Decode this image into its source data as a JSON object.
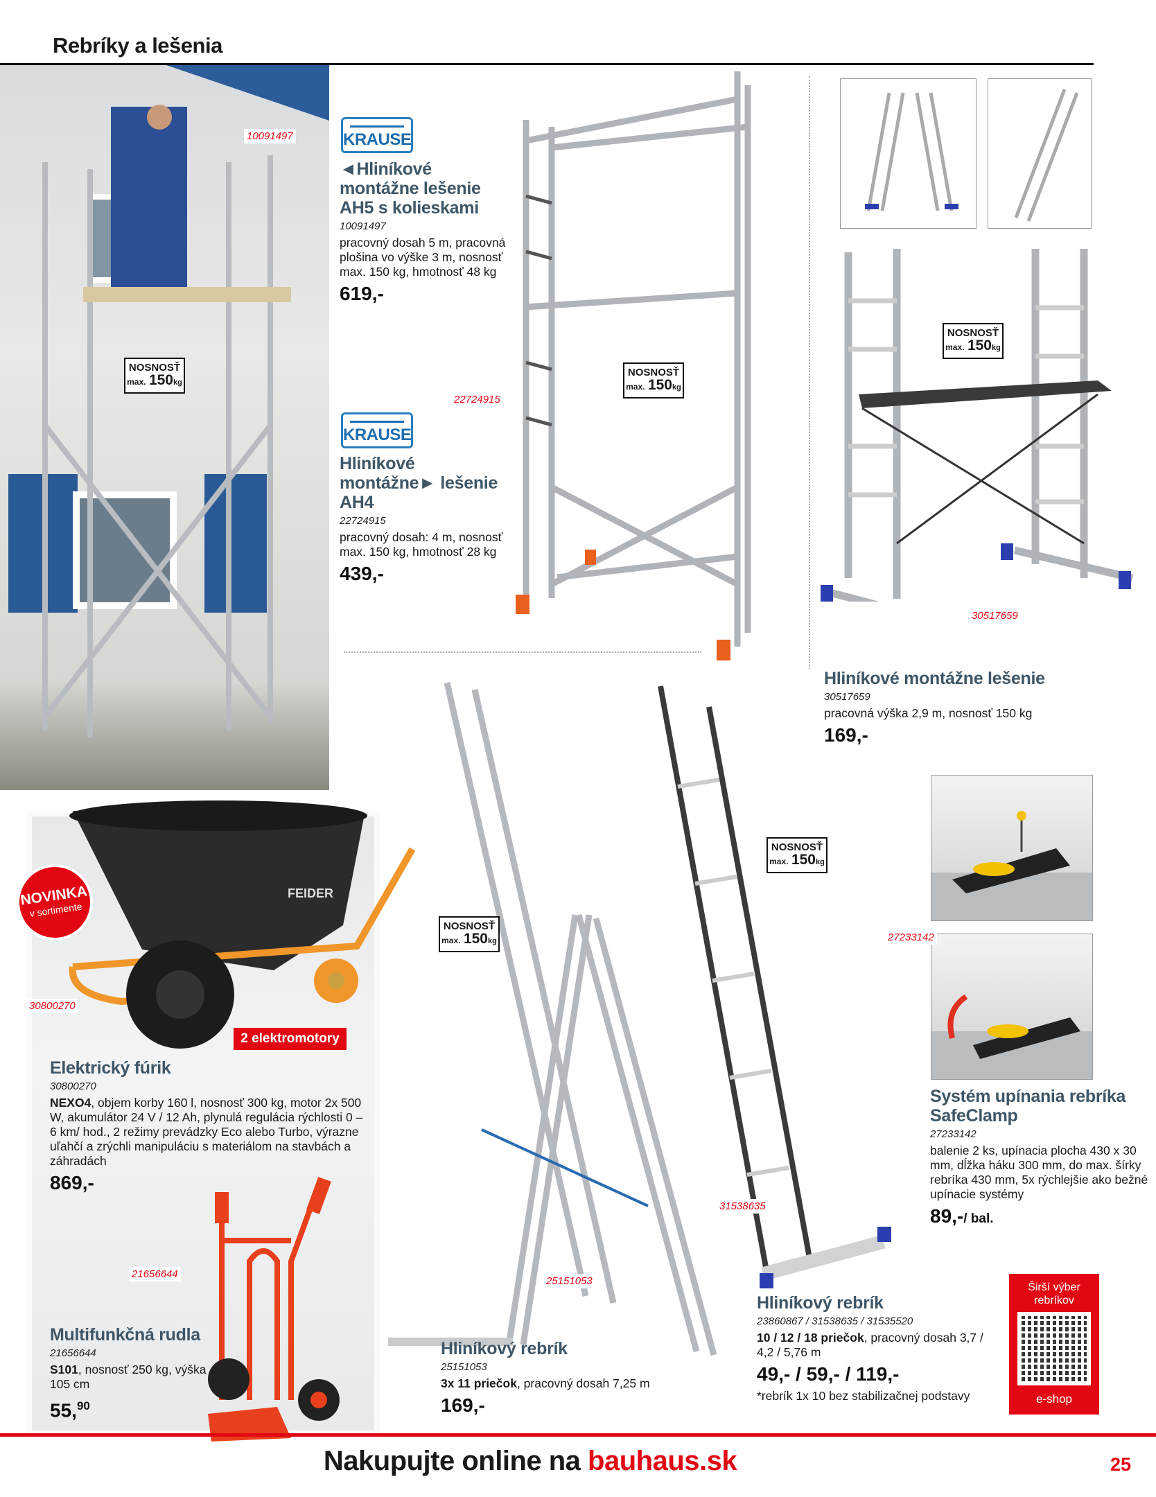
{
  "header": {
    "title": "Rebríky a lešenia"
  },
  "badge": {
    "title": "NOSNOSŤ",
    "max": "max.",
    "value": "150",
    "unit": "kg"
  },
  "brand": "KRAUSE",
  "products": {
    "ah5": {
      "code": "10091497",
      "title": "◄Hliníkové montážne lešenie AH5 s kolieskami",
      "id": "10091497",
      "desc": "pracovný dosah 5 m, pracovná plošina vo výške 3 m, nosnosť max. 150 kg, hmotnosť 48 kg",
      "price": "619,-"
    },
    "ah4": {
      "code": "22724915",
      "title": "Hliníkové montážne► lešenie AH4",
      "id": "22724915",
      "desc": "pracovný dosah: 4 m, nosnosť max. 150 kg, hmotnosť 28 kg",
      "price": "439,-"
    },
    "scaffold": {
      "code": "30517659",
      "title": "Hliníkové montážne lešenie",
      "id": "30517659",
      "desc": "pracovná výška 2,9 m, nosnosť 150 kg",
      "price": "169,-"
    },
    "safeclamp": {
      "code": "27233142",
      "title": "Systém upínania rebríka SafeClamp",
      "id": "27233142",
      "desc": "balenie 2 ks, upínacia plocha 430 x 30 mm, dĺžka háku 300 mm, do max. šírky rebríka 430 mm, 5x rýchlejšie ako bežné upínacie systémy",
      "price": "89,-",
      "price_unit": "/ bal."
    },
    "wheelbarrow": {
      "code": "30800270",
      "badge_new": "NOVINKA",
      "badge_new_sub": "v sortimente",
      "label": "2 elektromotory",
      "title": "Elektrický fúrik",
      "id": "30800270",
      "desc_bold": "NEXO4",
      "desc": ", objem korby 160 l, nosnosť 300 kg, motor 2x 500 W, akumulátor 24 V / 12 Ah, plynulá regulácia rýchlosti 0 – 6 km/ hod., 2 režimy prevádzky Eco alebo Turbo, výrazne uľahčí a zrýchli manipuláciu s materiálom na stavbách a záhradách",
      "price": "869,-",
      "brand_logo": "FEIDER"
    },
    "cart": {
      "code": "21656644",
      "title": "Multifunkčná rudla",
      "id": "21656644",
      "desc_bold": "S101",
      "desc": ", nosnosť 250 kg, výška 105 cm",
      "price_main": "55,",
      "price_cents": "90"
    },
    "ladder3": {
      "code": "25151053",
      "title": "Hliníkový rebrík",
      "id": "25151053",
      "desc_bold": "3x 11 priečok",
      "desc": ", pracovný dosah 7,25 m",
      "price": "169,-"
    },
    "ladder1": {
      "code": "31538635",
      "title": "Hliníkový rebrík",
      "id": "23860867 / 31538635 / 31535520",
      "desc_bold": "10 / 12 / 18 priečok",
      "desc": ", pracovný dosah 3,7 / 4,2 / 5,76 m",
      "price": "49,- / 59,- / 119,-",
      "note": "*rebrík 1x 10 bez stabilizačnej podstavy"
    }
  },
  "qr": {
    "top": "Širší výber rebríkov",
    "bottom": "e-shop"
  },
  "footer": {
    "text": "Nakupujte online na ",
    "link": "bauhaus.sk",
    "page": "25"
  },
  "colors": {
    "red": "#e30613",
    "title": "#3e5667",
    "krause": "#1e6db0"
  }
}
